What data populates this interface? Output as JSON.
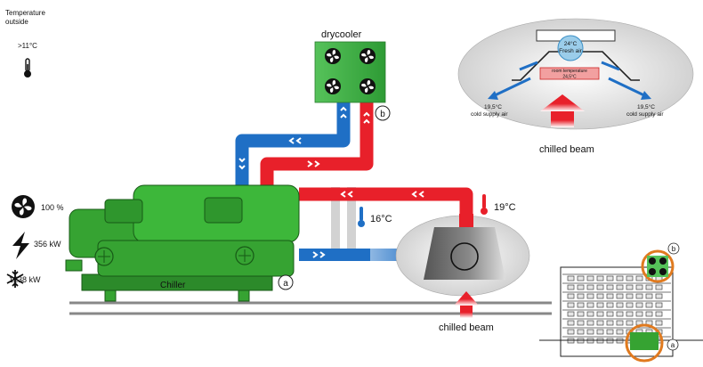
{
  "outside": {
    "title_line1": "Temperature",
    "title_line2": "outside",
    "temperature": ">11°C",
    "thermometer_icon": "thermometer-icon"
  },
  "chiller": {
    "label": "Chiller",
    "badge": "a",
    "color": "#36a332"
  },
  "drycooler": {
    "label": "drycooler",
    "badge": "b",
    "color": "#39b54a"
  },
  "stats": {
    "fan_speed": "100 %",
    "power": "356 kW",
    "cooling": "1238 kW",
    "icons": [
      "fan-icon",
      "lightning-icon",
      "snowflake-icon"
    ]
  },
  "temperatures": {
    "supply": "16°C",
    "return": "19°C"
  },
  "beam": {
    "bottom_label": "chilled beam"
  },
  "beam_detail": {
    "fresh_air_temp": "24°C",
    "fresh_air_label": "Fresh air",
    "room_label": "room temperature",
    "room_temp": "24,5°C",
    "left_temp": "19,5°C",
    "left_label": "cold supply air",
    "right_temp": "19,5°C",
    "right_label": "cold supply air",
    "caption": "chilled beam"
  },
  "building": {
    "badge_b": "b",
    "badge_a": "a"
  },
  "colors": {
    "hot_pipe": "#e8202a",
    "cold_pipe": "#1f6fc5",
    "grey_pipe": "#d2d2d2",
    "highlight_ring": "#e07a1f"
  }
}
